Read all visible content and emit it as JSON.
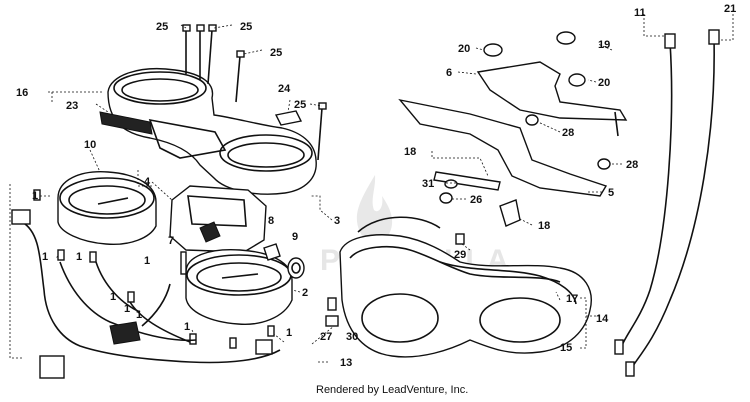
{
  "credit": "Rendered by LeadVenture, Inc.",
  "watermark": "PARTZILLA",
  "watermark_icon": "flame-icon",
  "callouts": {
    "c1": "1",
    "c2": "2",
    "c3": "3",
    "c4": "4",
    "c5": "5",
    "c6": "6",
    "c7": "7",
    "c8": "8",
    "c9": "9",
    "c10": "10",
    "c11": "11",
    "c13": "13",
    "c14": "14",
    "c15": "15",
    "c16": "16",
    "c17": "17",
    "c18": "18",
    "c19": "19",
    "c20": "20",
    "c21": "21",
    "c23": "23",
    "c24": "24",
    "c25": "25",
    "c26": "26",
    "c27": "27",
    "c28": "28",
    "c29": "29",
    "c30": "30",
    "c31": "31"
  }
}
